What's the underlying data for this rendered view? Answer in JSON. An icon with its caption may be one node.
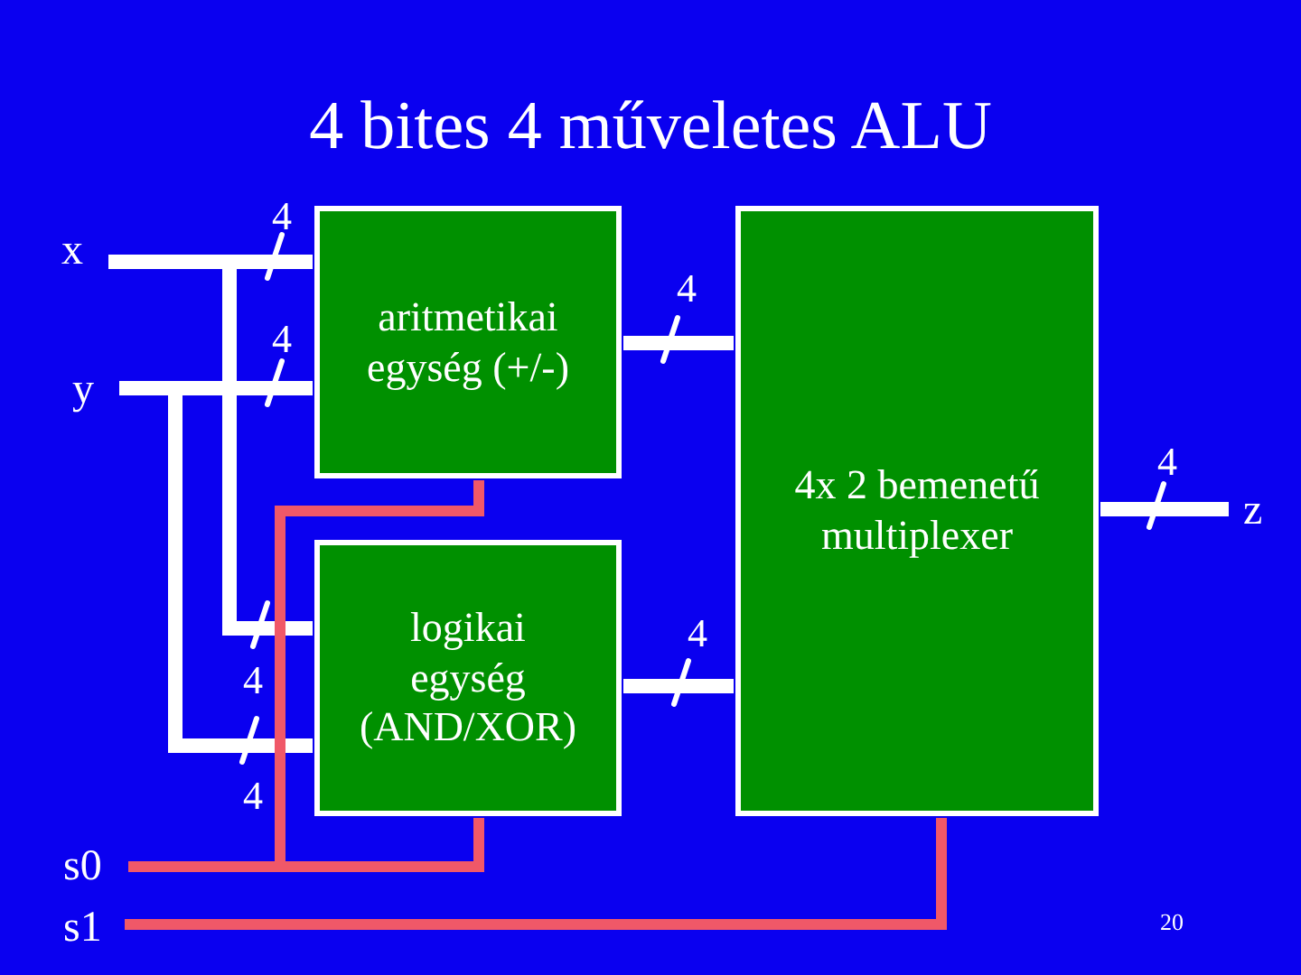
{
  "diagram": {
    "title": "4 bites 4 műveletes ALU",
    "nodes": [
      {
        "text": [
          "x"
        ]
      },
      {
        "text": [
          "y"
        ]
      },
      {
        "text": [
          "aritmetikai egység (+/-)"
        ]
      },
      {
        "text": [
          "logikai egység (AND/XOR)"
        ]
      },
      {
        "text": [
          "4x 2 bemenetű multiplexer"
        ]
      },
      {
        "text": [
          "z"
        ]
      },
      {
        "text": [
          "s0"
        ]
      },
      {
        "text": [
          "s1"
        ]
      }
    ],
    "edges": [
      {
        "from": 0,
        "to": 2,
        "arrow": "none",
        "label": "4"
      },
      {
        "from": 0,
        "to": 3,
        "arrow": "none",
        "label": "4"
      },
      {
        "from": 1,
        "to": 2,
        "arrow": "none",
        "label": "4"
      },
      {
        "from": 1,
        "to": 3,
        "arrow": "none",
        "label": "4"
      },
      {
        "from": 2,
        "to": 4,
        "arrow": "none",
        "label": "4"
      },
      {
        "from": 3,
        "to": 4,
        "arrow": "none",
        "label": "4"
      },
      {
        "from": 4,
        "to": 5,
        "arrow": "none",
        "label": "4"
      },
      {
        "from": 6,
        "to": 2,
        "arrow": "none",
        "color": "#f05868"
      },
      {
        "from": 6,
        "to": 3,
        "arrow": "none",
        "color": "#f05868"
      },
      {
        "from": 7,
        "to": 4,
        "arrow": "none",
        "color": "#f05868"
      }
    ],
    "labels": [
      "20"
    ]
  }
}
